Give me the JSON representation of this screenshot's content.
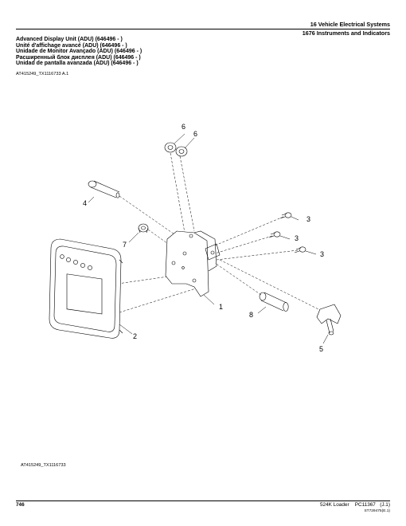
{
  "header": {
    "section": "16 Vehicle Electrical Systems",
    "group": "1676 Instruments and Indicators"
  },
  "titles": [
    "Advanced Display Unit (ADU) (646496 - )",
    "Unité d'affichage avancé (ADU) (646496 - )",
    "Unidade de Monitor Avançado (ADU) (646496 - )",
    "Расширенный блок дисплея (ADU) (646496 - )",
    "Unidad de pantalla avanzada (ADU) (646496 - )"
  ],
  "figure_ref_top": "AT415249_TX1116733 A.1",
  "figure_ref_bottom": "AT415249_TX1116733",
  "callouts": {
    "c1": "1",
    "c2": "2",
    "c3a": "3",
    "c3b": "3",
    "c3c": "3",
    "c4": "4",
    "c5": "5",
    "c6a": "6",
    "c6b": "6",
    "c7": "7",
    "c8": "8"
  },
  "footer": {
    "page": "746",
    "model": "524K Loader",
    "catalog": "PC11367",
    "revision": "(J.1)",
    "code": "ST729475(E.1)"
  }
}
